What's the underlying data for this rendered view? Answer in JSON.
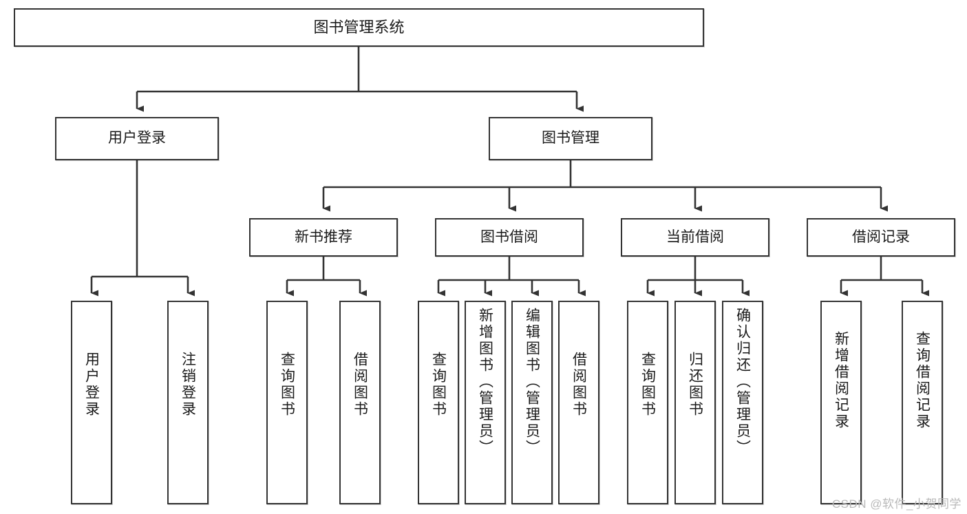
{
  "diagram": {
    "title": "图书管理系统",
    "type": "tree-hierarchy-chart",
    "colors": {
      "box_border": "#333333",
      "box_fill": "#ffffff",
      "connector": "#333333",
      "text": "#1a1a1a",
      "watermark": "#b9b9b9"
    },
    "root": {
      "label": "图书管理系统"
    },
    "level2": [
      {
        "label": "用户登录"
      },
      {
        "label": "图书管理"
      }
    ],
    "level3": [
      {
        "label": "新书推荐"
      },
      {
        "label": "图书借阅"
      },
      {
        "label": "当前借阅"
      },
      {
        "label": "借阅记录"
      }
    ],
    "leaves": {
      "user_login": [
        {
          "label": "用户登录"
        },
        {
          "label": "注销登录"
        }
      ],
      "new_book_recommend": [
        {
          "label": "查询图书"
        },
        {
          "label": "借阅图书"
        }
      ],
      "book_borrow": [
        {
          "label": "查询图书"
        },
        {
          "label": "新增图书（管理员）"
        },
        {
          "label": "编辑图书（管理员）"
        },
        {
          "label": "借阅图书"
        }
      ],
      "current_borrow": [
        {
          "label": "查询图书"
        },
        {
          "label": "归还图书"
        },
        {
          "label": "确认归还（管理员）"
        }
      ],
      "borrow_record": [
        {
          "label": "新增借阅记录"
        },
        {
          "label": "查询借阅记录"
        }
      ]
    }
  },
  "watermark": {
    "text": "CSDN @软件_小贺同学"
  }
}
